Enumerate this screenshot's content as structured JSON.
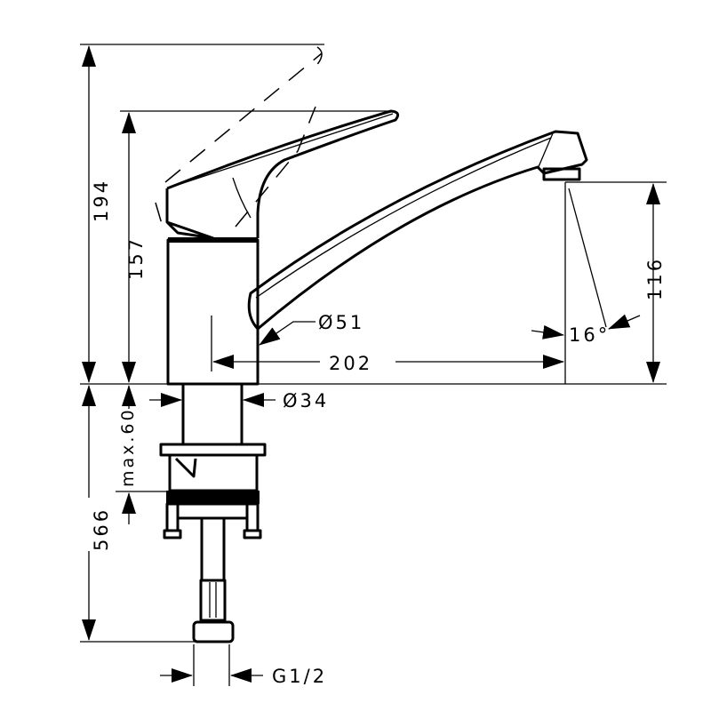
{
  "drawing": {
    "dimensions": {
      "total_height": "194",
      "handle_height": "157",
      "spout_height": "116",
      "spout_reach": "202",
      "body_diameter": "Ø51",
      "spray_angle": "16°",
      "shank_diameter": "Ø34",
      "max_deck_thickness": "max.60",
      "below_deck_length": "566",
      "connection_thread": "G1/2"
    },
    "line_color": "#000000",
    "background": "#ffffff"
  }
}
